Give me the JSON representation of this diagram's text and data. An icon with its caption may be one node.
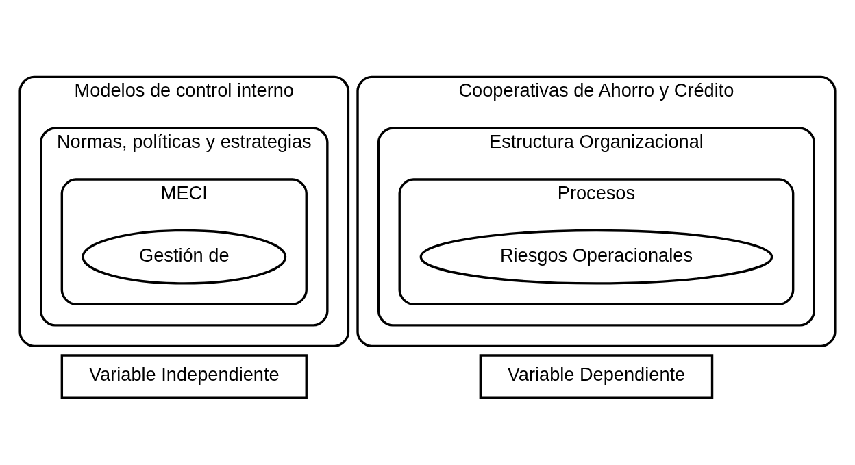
{
  "diagram": {
    "nodes": [
      {
        "text": [
          "Modelos de control interno"
        ]
      },
      {
        "text": [
          "Normas, políticas y estrategias"
        ],
        "in": 0
      },
      {
        "text": [
          "MECI"
        ],
        "in": 1
      },
      {
        "text": [
          "Gestión de"
        ],
        "in": 2
      },
      {
        "text": [
          "Variable Independiente"
        ]
      },
      {
        "text": [
          "Cooperativas de Ahorro y Crédito"
        ]
      },
      {
        "text": [
          "Estructura Organizacional"
        ],
        "in": 5
      },
      {
        "text": [
          "Procesos"
        ],
        "in": 6
      },
      {
        "text": [
          "Riesgos Operacionales"
        ],
        "in": 7
      },
      {
        "text": [
          "Variable Dependiente"
        ]
      }
    ],
    "edges": []
  }
}
